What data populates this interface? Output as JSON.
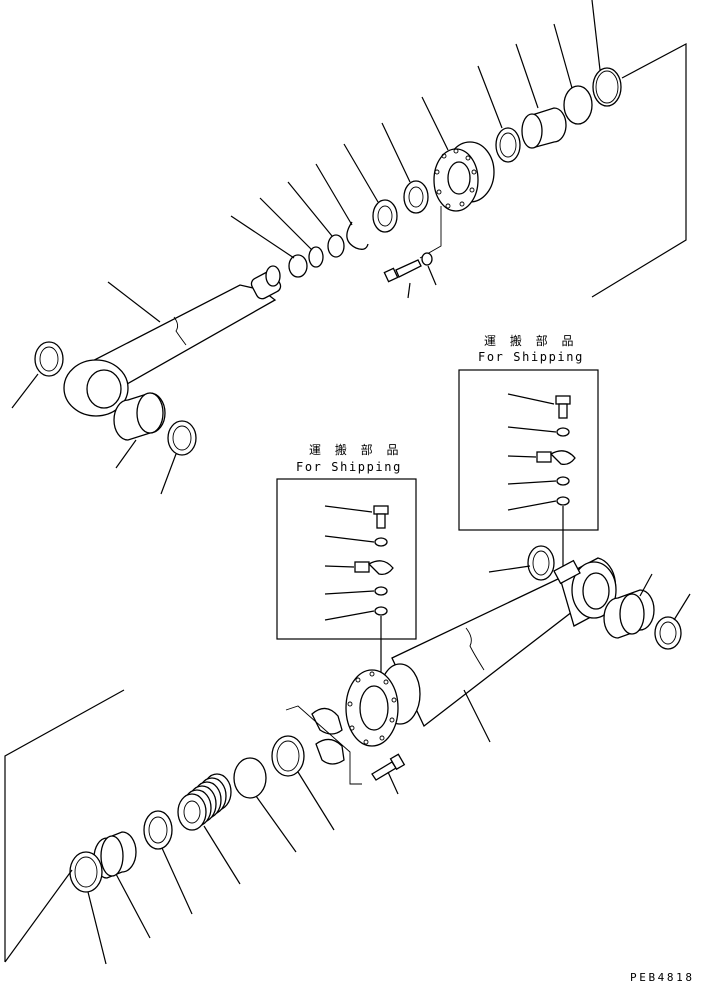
{
  "shipping_box_1": {
    "title_jp": "運 搬 部 品",
    "title_en": "For Shipping"
  },
  "shipping_box_2": {
    "title_jp": "運 搬 部 品",
    "title_en": "For Shipping"
  },
  "drawing_code": "PEB4818"
}
